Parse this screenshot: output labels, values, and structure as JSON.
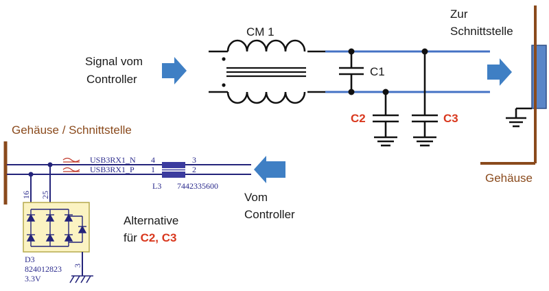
{
  "labels": {
    "cm1": "CM 1",
    "signal_line1": "Signal vom",
    "signal_line2": "Controller",
    "c1": "C1",
    "c2": "C2",
    "c3": "C3",
    "zur_line1": "Zur",
    "zur_line2": "Schnittstelle",
    "gehaeuse_right": "Gehäuse",
    "gehaeuse_left": "Gehäuse / Schnittstelle",
    "vom_line1": "Vom",
    "vom_line2": "Controller",
    "alt_line1": "Alternative",
    "alt_line2_prefix": "für ",
    "alt_line2_caps": "C2, C3"
  },
  "schematic": {
    "net_n": "USB3RX1_N",
    "net_p": "USB3RX1_P",
    "pin4": "4",
    "pin1": "1",
    "pin3": "3",
    "pin2": "2",
    "inductor_ref": "L3",
    "inductor_part": "7442335600",
    "pin16": "16",
    "pin25": "25",
    "diode_ref": "D3",
    "diode_part": "824012823",
    "diode_voltage": "3.3V",
    "pin_gnd": "3"
  },
  "colors": {
    "arrow_blue": "#3f7fc4",
    "line_blue": "#4472c4",
    "brown": "#8a4a1c",
    "red": "#d9381e",
    "diode_box_fill": "#fbf3c2"
  }
}
